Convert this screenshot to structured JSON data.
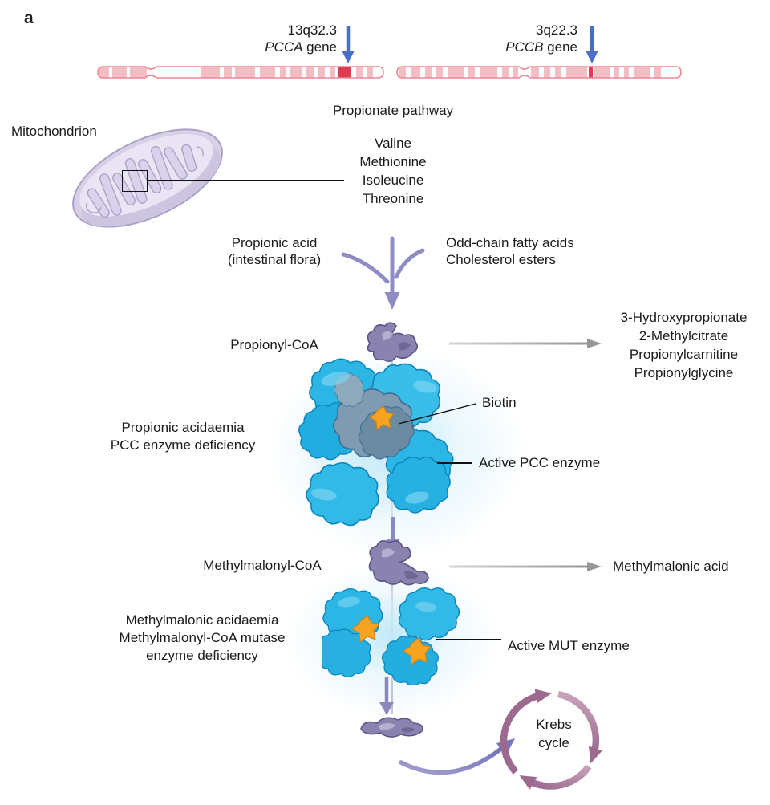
{
  "panel_label": "a",
  "chromosomes": {
    "left": {
      "locus": "13q32.3",
      "gene": "PCCA",
      "gene_suffix": " gene"
    },
    "right": {
      "locus": "3q22.3",
      "gene": "PCCB",
      "gene_suffix": " gene"
    }
  },
  "mitochondrion": {
    "label": "Mitochondrion"
  },
  "pathway": {
    "title": "Propionate pathway",
    "amino_acids": [
      "Valine",
      "Methionine",
      "Isoleucine",
      "Threonine"
    ],
    "propionic_acid": {
      "line1": "Propionic acid",
      "line2": "(intestinal flora)"
    },
    "odd_chain": {
      "line1": "Odd-chain fatty acids",
      "line2": "Cholesterol esters"
    },
    "propionyl_coa_label": "Propionyl-CoA",
    "alt_metabolites": [
      "3-Hydroxypropionate",
      "2-Methylcitrate",
      "Propionylcarnitine",
      "Propionylglycine"
    ],
    "pcc_disease": {
      "line1": "Propionic acidaemia",
      "line2": "PCC enzyme deficiency"
    },
    "biotin_label": "Biotin",
    "active_pcc_label": "Active PCC enzyme",
    "methylmalonyl_coa_label": "Methylmalonyl-CoA",
    "methylmalonic_acid_label": "Methylmalonic acid",
    "mut_disease": {
      "line1": "Methylmalonic acidaemia",
      "line2": "Methylmalonyl-CoA mutase",
      "line3": "enzyme deficiency"
    },
    "active_mut_label": "Active MUT enzyme",
    "krebs_cycle": {
      "line1": "Krebs",
      "line2": "cycle"
    }
  },
  "colors": {
    "gene_arrow_blue": "#4a6fc6",
    "chromosome_band_pink": "#f7bdc5",
    "chromosome_outline": "#ee8791",
    "gene_band_red": "#e23a52",
    "pathway_purple": "#8f8cc4",
    "enzyme_cyan": "#2cb6e6",
    "enzyme_core_slate": "#7e9bb1",
    "biotin_orange": "#f6a322",
    "krebs_plum": "#9c6a8f",
    "gray_arrow": "#9e9e9e",
    "mitochondrion_lavender": "#d7d0e7"
  }
}
